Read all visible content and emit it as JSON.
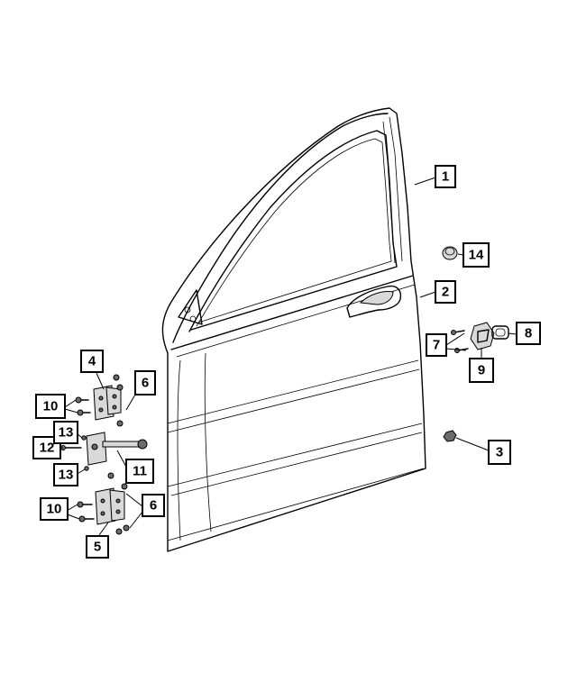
{
  "diagram": {
    "callouts": [
      {
        "id": "1",
        "label": "1"
      },
      {
        "id": "2",
        "label": "2"
      },
      {
        "id": "3",
        "label": "3"
      },
      {
        "id": "4",
        "label": "4"
      },
      {
        "id": "5",
        "label": "5"
      },
      {
        "id": "6a",
        "label": "6"
      },
      {
        "id": "6b",
        "label": "6"
      },
      {
        "id": "7",
        "label": "7"
      },
      {
        "id": "8",
        "label": "8"
      },
      {
        "id": "9",
        "label": "9"
      },
      {
        "id": "10a",
        "label": "10"
      },
      {
        "id": "10b",
        "label": "10"
      },
      {
        "id": "11",
        "label": "11"
      },
      {
        "id": "12",
        "label": "12"
      },
      {
        "id": "13a",
        "label": "13"
      },
      {
        "id": "13b",
        "label": "13"
      },
      {
        "id": "14",
        "label": "14"
      }
    ]
  }
}
